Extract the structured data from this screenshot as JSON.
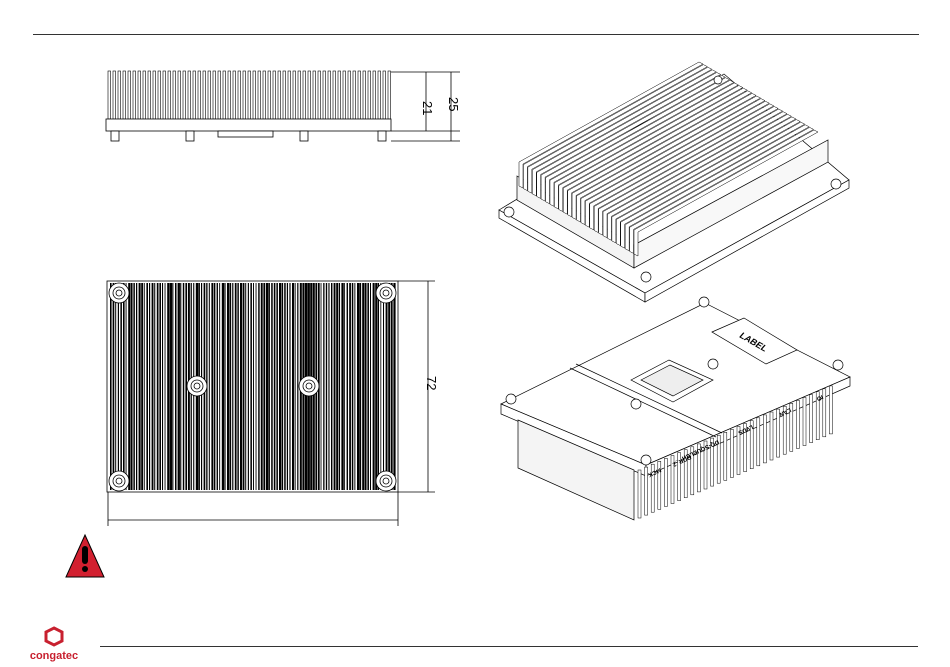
{
  "drawing": {
    "dimension_labels": {
      "fin_height": "21",
      "total_height": "25",
      "depth": "72"
    },
    "label_plate_text": "LABEL",
    "bottom_markings": [
      "MCK",
      "DDR_2",
      "DQ-SQUELCH",
      "LVDS",
      "LAN",
      "IO"
    ]
  },
  "footer": {
    "brand": "congatec",
    "brand_color": "#c8202f"
  },
  "warning": {
    "icon": "warning-exclamation-triangle-icon",
    "color": "#d22030"
  }
}
